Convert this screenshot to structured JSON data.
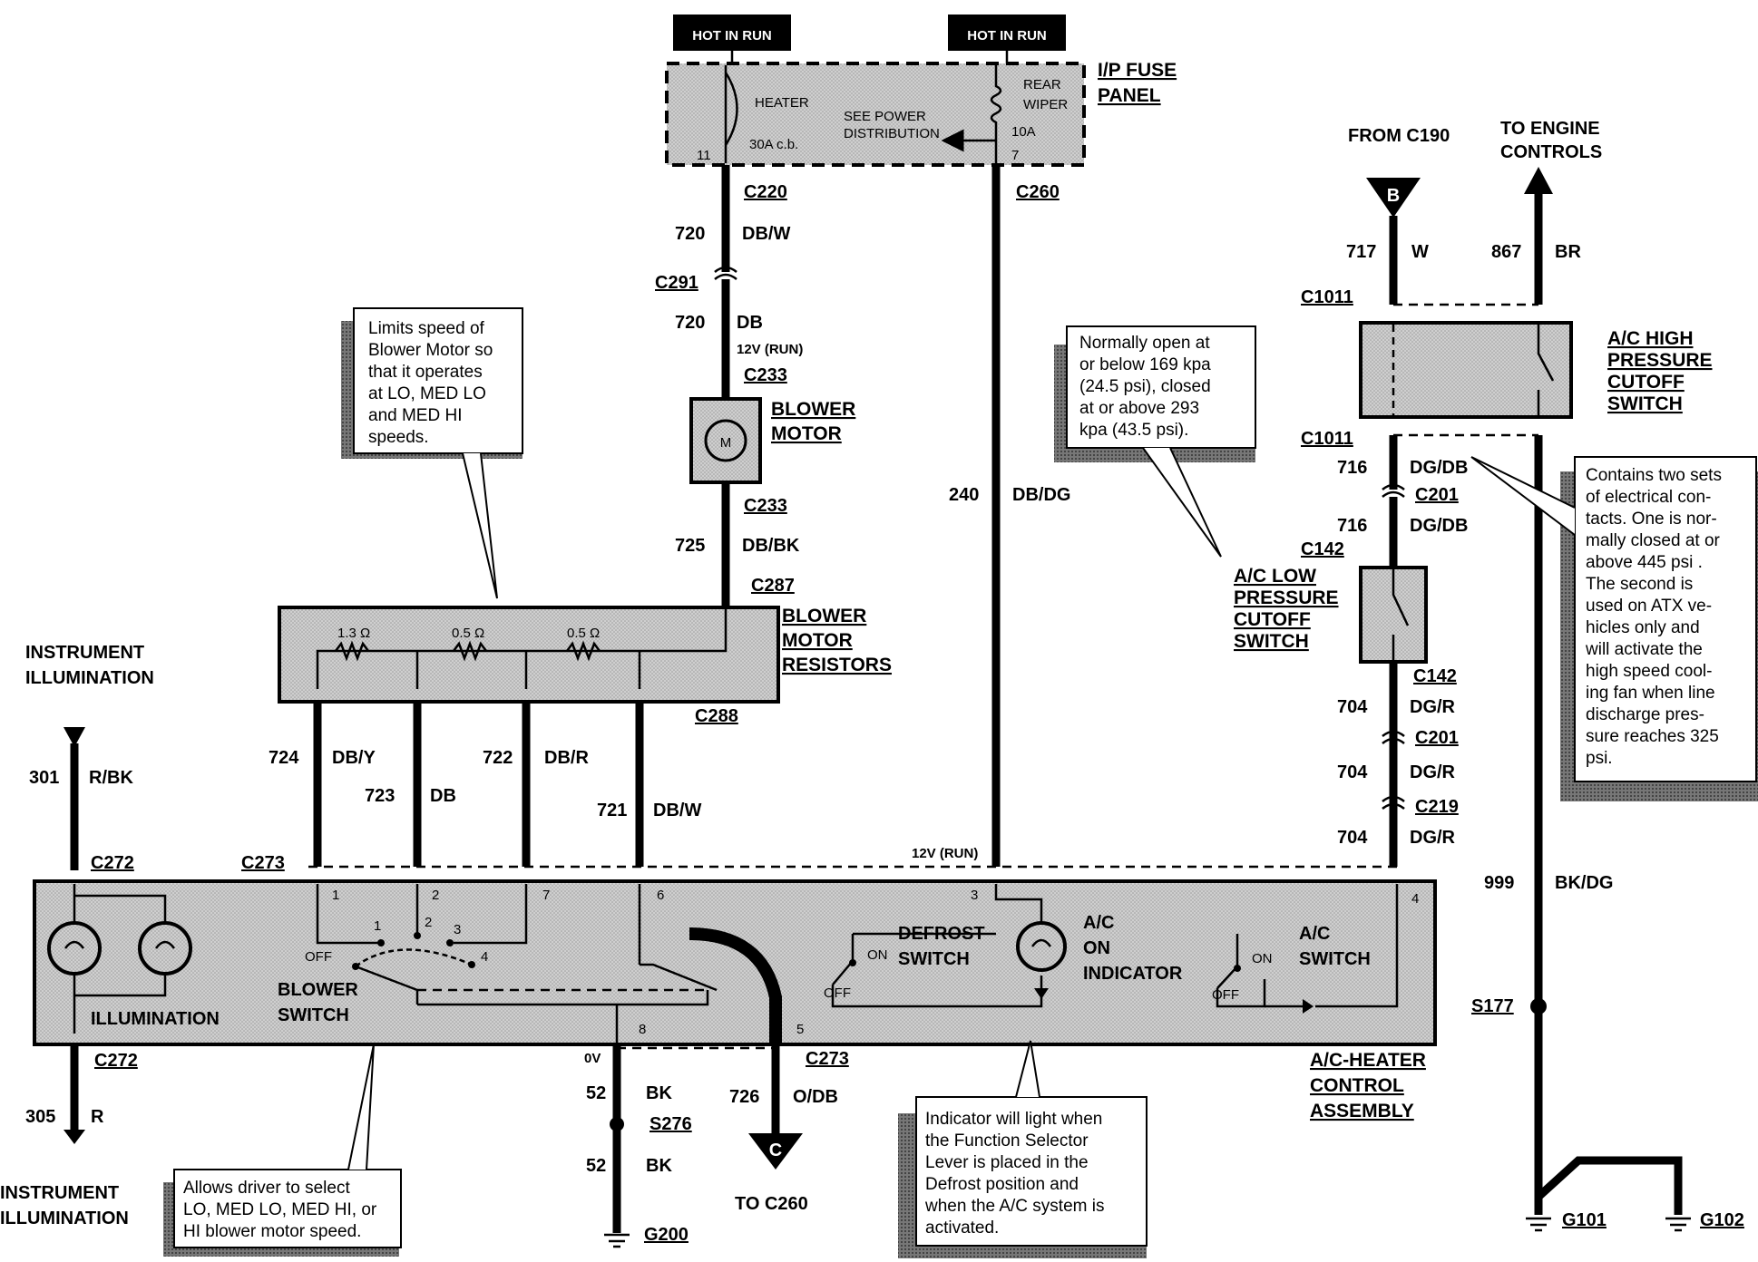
{
  "hot_labels": [
    "HOT IN RUN",
    "HOT IN RUN"
  ],
  "fuse_panel": {
    "name_lines": [
      "I/P FUSE",
      "PANEL"
    ],
    "heater": "HEATER",
    "heater_rating": "30A c.b.",
    "heater_pin": "11",
    "see_power": [
      "SEE POWER",
      "DISTRIBUTION"
    ],
    "rear_wiper": [
      "REAR",
      "WIPER"
    ],
    "rear_wiper_rating": "10A",
    "rear_wiper_pin": "7"
  },
  "connectors": {
    "c220": "C220",
    "c260": "C260",
    "c291": "C291",
    "c233a": "C233",
    "c233b": "C233",
    "c287": "C287",
    "c288": "C288",
    "c273_left": "C273",
    "c273_bottom": "C273",
    "c272_top": "C272",
    "c272_bottom": "C272",
    "c1011_top": "C1011",
    "c1011_bottom": "C1011",
    "c201_a": "C201",
    "c201_b": "C201",
    "c142_top": "C142",
    "c142_bottom": "C142",
    "c219": "C219",
    "s276": "S276",
    "s177": "S177",
    "g200": "G200",
    "g101": "G101",
    "g102": "G102"
  },
  "wires": {
    "w720a": {
      "num": "720",
      "color": "DB/W"
    },
    "w720b": {
      "num": "720",
      "color": "DB"
    },
    "w725": {
      "num": "725",
      "color": "DB/BK"
    },
    "w240": {
      "num": "240",
      "color": "DB/DG"
    },
    "w724": {
      "num": "724",
      "color": "DB/Y"
    },
    "w723": {
      "num": "723",
      "color": "DB"
    },
    "w722": {
      "num": "722",
      "color": "DB/R"
    },
    "w721": {
      "num": "721",
      "color": "DB/W"
    },
    "w301": {
      "num": "301",
      "color": "R/BK"
    },
    "w305": {
      "num": "305",
      "color": "R"
    },
    "w52a": {
      "num": "52",
      "color": "BK"
    },
    "w52b": {
      "num": "52",
      "color": "BK"
    },
    "w726": {
      "num": "726",
      "color": "O/DB"
    },
    "w717": {
      "num": "717",
      "color": "W"
    },
    "w867": {
      "num": "867",
      "color": "BR"
    },
    "w716a": {
      "num": "716",
      "color": "DG/DB"
    },
    "w716b": {
      "num": "716",
      "color": "DG/DB"
    },
    "w704a": {
      "num": "704",
      "color": "DG/R"
    },
    "w704b": {
      "num": "704",
      "color": "DG/R"
    },
    "w704c": {
      "num": "704",
      "color": "DG/R"
    },
    "w999": {
      "num": "999",
      "color": "BK/DG"
    }
  },
  "voltage_labels": {
    "run1": "12V (RUN)",
    "run2": "12V (RUN)",
    "zero": "0V"
  },
  "components": {
    "blower_motor": [
      "BLOWER",
      "MOTOR"
    ],
    "blower_motor_letter": "M",
    "resistors": [
      "BLOWER",
      "MOTOR",
      "RESISTORS"
    ],
    "resistor_values": [
      "1.3 Ω",
      "0.5 Ω",
      "0.5 Ω"
    ],
    "ac_high": [
      "A/C HIGH",
      "PRESSURE",
      "CUTOFF",
      "SWITCH"
    ],
    "ac_low": [
      "A/C LOW",
      "PRESSURE",
      "CUTOFF",
      "SWITCH"
    ],
    "heater_control": [
      "A/C-HEATER",
      "CONTROL",
      "ASSEMBLY"
    ],
    "instr_illum_top": [
      "INSTRUMENT",
      "ILLUMINATION"
    ],
    "instr_illum_bottom": [
      "INSTRUMENT",
      "ILLUMINATION"
    ],
    "from_c190": "FROM C190",
    "to_engine": [
      "TO ENGINE",
      "CONTROLS"
    ],
    "to_c260": "TO C260",
    "arrow_b": "B",
    "arrow_c": "C"
  },
  "assembly_labels": {
    "illumination": "ILLUMINATION",
    "blower_switch": [
      "BLOWER",
      "SWITCH"
    ],
    "off": "OFF",
    "defrost_switch": [
      "DEFROST",
      "SWITCH"
    ],
    "ac_on_indicator": [
      "A/C",
      "ON",
      "INDICATOR"
    ],
    "ac_switch": [
      "A/C",
      "SWITCH"
    ],
    "on1": "ON",
    "off1": "OFF",
    "on2": "ON",
    "off2": "OFF",
    "pins": [
      "1",
      "2",
      "7",
      "6",
      "3",
      "4",
      "8",
      "5"
    ],
    "switch_positions": [
      "1",
      "2",
      "3",
      "4"
    ]
  },
  "notes": {
    "limits": [
      "Limits speed of",
      "Blower Motor so",
      "that it operates",
      "at LO, MED LO",
      "and MED HI",
      "speeds."
    ],
    "normally_open": [
      "Normally open at",
      "or below 169 kpa",
      "(24.5 psi), closed",
      "at or above 293",
      "kpa (43.5 psi)."
    ],
    "contains": [
      "Contains two sets",
      "of electrical con-",
      "tacts. One is nor-",
      "mally closed at or",
      "above 445 psi .",
      "The second is",
      "used on ATX ve-",
      "hicles only and",
      "will activate the",
      "high speed cool-",
      "ing fan when line",
      "discharge pres-",
      "sure reaches 325",
      "psi."
    ],
    "allows": [
      "Allows driver to select",
      "LO, MED LO, MED HI, or",
      "HI blower motor speed."
    ],
    "indicator": [
      "Indicator will light when",
      "the Function Selector",
      "Lever is placed in the",
      "Defrost position and",
      "when the A/C system is",
      "activated."
    ]
  }
}
